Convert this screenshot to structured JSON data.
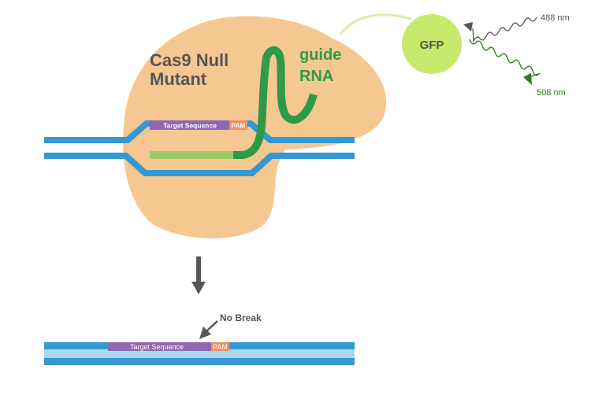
{
  "protein": {
    "line1": "Cas9 Null",
    "line2": "Mutant"
  },
  "guide": {
    "line1": "guide",
    "line2": "RNA"
  },
  "gfp": {
    "label": "GFP",
    "excitation": "488 nm",
    "emission": "508 nm"
  },
  "top_dna": {
    "target_label": "Target Sequence",
    "pam_label": "PAM"
  },
  "bottom_dna": {
    "target_label": "Target Sequence",
    "pam_label": "PAM",
    "break_note": "No Break"
  },
  "colors": {
    "protein": "#f5c791",
    "dna": "#3597d3",
    "dna_light": "#a9d8ef",
    "target": "#8e68b3",
    "pam": "#ef8e67",
    "guide_rna": "#2e9a47",
    "guide_pair": "#9ccc6a",
    "gfp": "#c8e96b",
    "gfp_linker": "#d6efaa",
    "arrow_gray": "#555555",
    "emission_green": "#2f7d1f"
  }
}
